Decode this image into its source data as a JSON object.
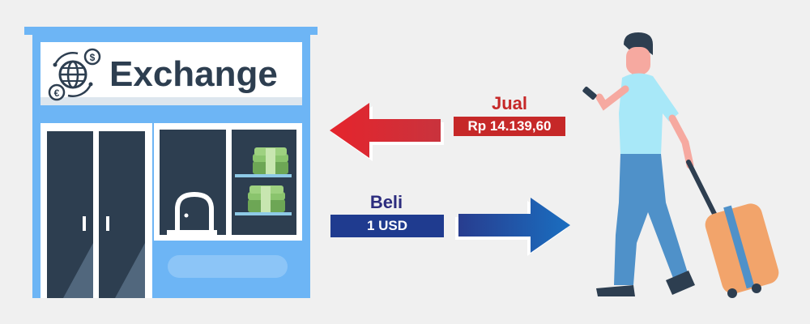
{
  "shop": {
    "sign_text": "Exchange"
  },
  "sell": {
    "label": "Jual",
    "value": "Rp 14.139,60",
    "label_color": "#c62828",
    "badge_color": "#c62828",
    "arrow_color": "#e5242c",
    "direction": "left"
  },
  "buy": {
    "label": "Beli",
    "value": "1 USD",
    "label_color": "#2c2c7e",
    "badge_color": "#1f3b8f",
    "arrow_color": "#1a5fb4",
    "direction": "right"
  },
  "colors": {
    "background": "#f0f0f0",
    "shop_blue": "#6db5f5",
    "door_dark": "#2d3e50",
    "cash_green": "#8ac46d"
  },
  "icons": [
    "currency-exchange-icon",
    "dollar-icon",
    "euro-icon",
    "globe-icon",
    "money-stack-icon",
    "lock-icon",
    "phone-icon",
    "suitcase-icon"
  ]
}
